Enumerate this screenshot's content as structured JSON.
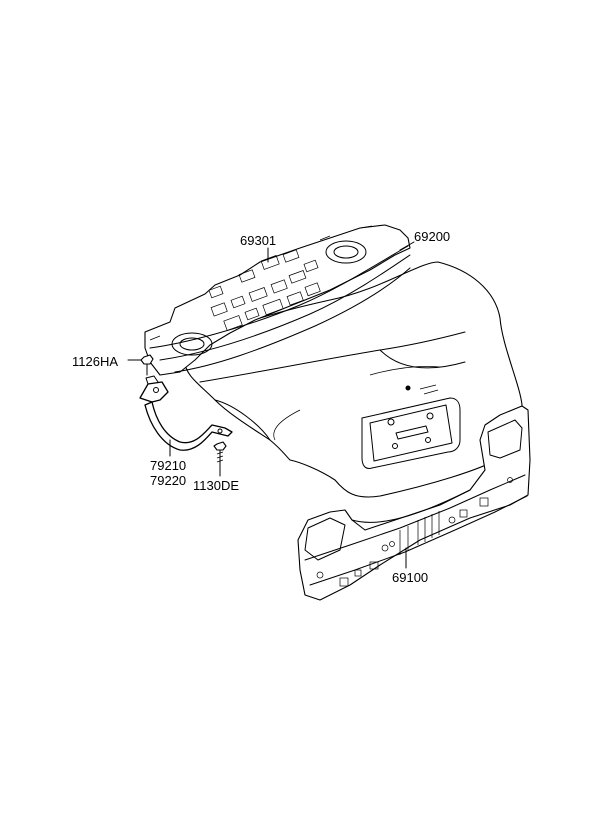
{
  "labels": {
    "rear_package_tray": "69301",
    "trunk_lid": "69200",
    "bolt": "1126HA",
    "hinge_lh": "79210",
    "hinge_rh": "79220",
    "hinge_bolt": "1130DE",
    "back_panel": "69100"
  }
}
